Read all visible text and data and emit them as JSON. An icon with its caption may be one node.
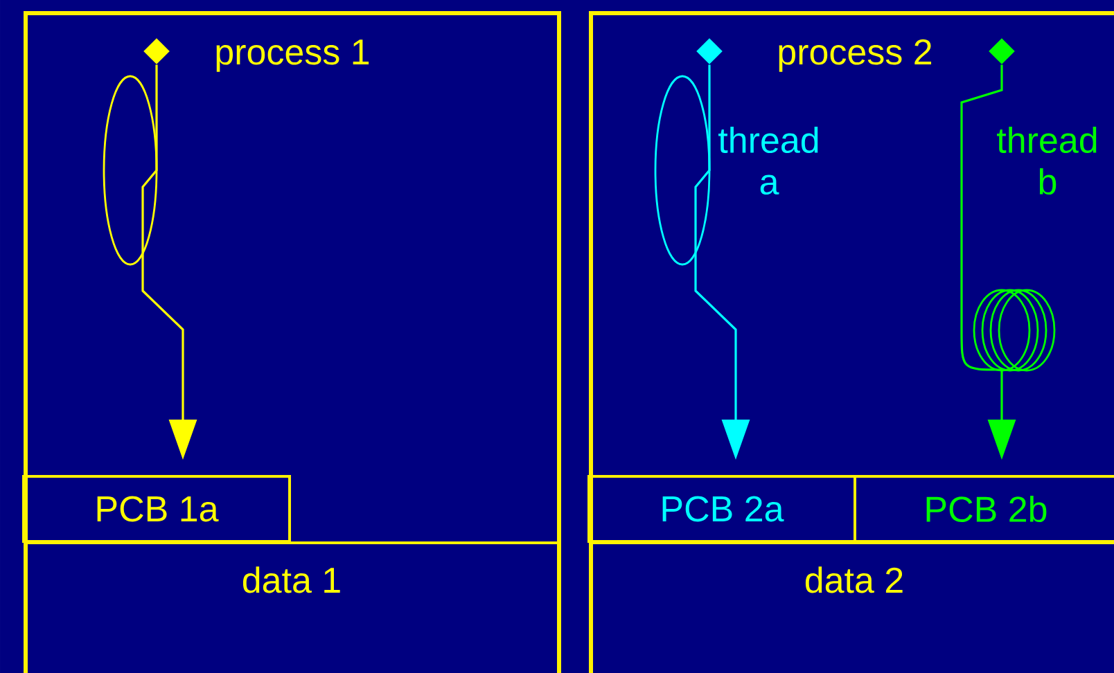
{
  "diagram": {
    "nodes": [
      {
        "text": [
          "process 1"
        ]
      },
      {
        "text": [],
        "shape": "diamond",
        "in": 0
      },
      {
        "text": [
          "PCB 1a"
        ],
        "in": 0
      },
      {
        "text": [
          "data 1"
        ],
        "in": 0
      },
      {
        "text": [
          "process 2"
        ]
      },
      {
        "text": [],
        "shape": "diamond",
        "in": 4
      },
      {
        "text": [],
        "shape": "diamond",
        "in": 4
      },
      {
        "text": [
          "PCB 2a"
        ],
        "in": 4
      },
      {
        "text": [
          "PCB 2b"
        ],
        "in": 4
      },
      {
        "text": [
          "data 2"
        ],
        "in": 4
      }
    ],
    "edges": [
      {
        "from": 1,
        "to": 2,
        "arrow": "to",
        "color": "#ffff00"
      },
      {
        "from": 5,
        "to": 7,
        "arrow": "to",
        "label": "thread a",
        "color": "#00ffff"
      },
      {
        "from": 6,
        "to": 8,
        "arrow": "to",
        "label": "thread b",
        "color": "#00ff00"
      }
    ]
  }
}
